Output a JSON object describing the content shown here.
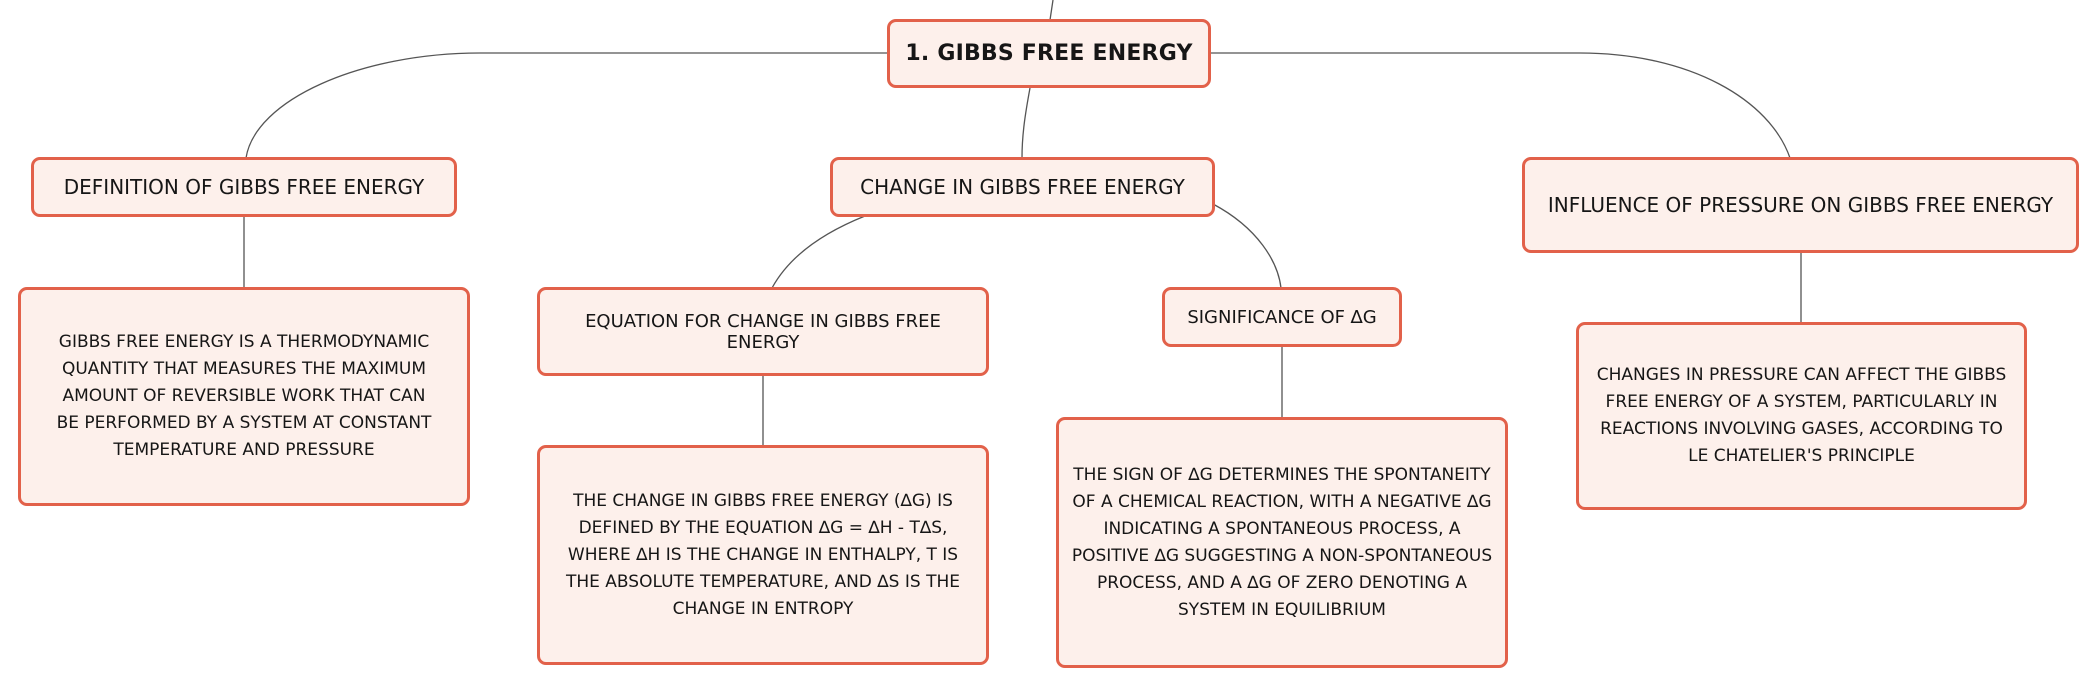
{
  "colors": {
    "node_fill": "#fdf0eb",
    "node_border": "#e2614a",
    "connector": "#555555",
    "text": "#161616"
  },
  "root": {
    "title": "1. GIBBS FREE ENERGY"
  },
  "branches": [
    {
      "topic": "DEFINITION OF GIBBS FREE ENERGY",
      "detail": "GIBBS FREE ENERGY IS A THERMODYNAMIC QUANTITY THAT MEASURES THE MAXIMUM AMOUNT OF REVERSIBLE WORK THAT CAN BE PERFORMED BY A SYSTEM AT CONSTANT TEMPERATURE AND PRESSURE"
    },
    {
      "topic": "CHANGE IN GIBBS FREE ENERGY",
      "children": [
        {
          "topic": "EQUATION FOR CHANGE IN GIBBS FREE ENERGY",
          "detail": "THE CHANGE IN GIBBS FREE ENERGY (∆G) IS DEFINED BY THE EQUATION ∆G = ∆H - T∆S, WHERE ∆H IS THE CHANGE IN ENTHALPY, T IS THE ABSOLUTE TEMPERATURE, AND ∆S IS THE CHANGE IN ENTROPY"
        },
        {
          "topic": "SIGNIFICANCE OF ∆G",
          "detail": "THE SIGN OF ∆G DETERMINES THE SPONTANEITY OF A CHEMICAL REACTION, WITH A NEGATIVE ∆G INDICATING A SPONTANEOUS PROCESS, A POSITIVE ∆G SUGGESTING A NON-SPONTANEOUS PROCESS, AND A ∆G OF ZERO DENOTING A SYSTEM IN EQUILIBRIUM"
        }
      ]
    },
    {
      "topic": "INFLUENCE OF PRESSURE ON GIBBS FREE ENERGY",
      "detail": "CHANGES IN PRESSURE CAN AFFECT THE GIBBS FREE ENERGY OF A SYSTEM, PARTICULARLY IN REACTIONS INVOLVING GASES, ACCORDING TO LE CHATELIER'S PRINCIPLE"
    }
  ]
}
